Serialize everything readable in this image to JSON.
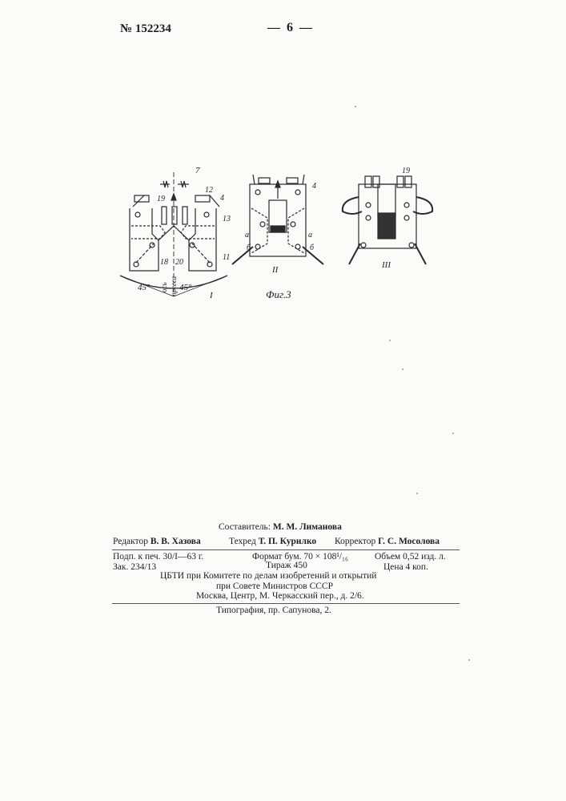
{
  "header": {
    "patent_number": "№ 152234",
    "page_number": "— 6 —"
  },
  "figure": {
    "caption": "Фиг.3",
    "view_labels": [
      "I",
      "II",
      "III"
    ],
    "part_numbers": [
      "7",
      "12",
      "4",
      "19",
      "13",
      "11",
      "18",
      "20",
      "4",
      "19"
    ],
    "position_letters": [
      "а",
      "б",
      "а",
      "б"
    ],
    "angle_left": "45°",
    "angle_right": "45°",
    "axis_label_1": "ось",
    "axis_label_2": "пресса"
  },
  "imprint": {
    "compiler_label": "Составитель:",
    "compiler_name": "М. М. Лиманова",
    "editor_label": "Редактор",
    "editor_name": "В. В. Хазова",
    "techred_label": "Техред",
    "techred_name": "Т. П. Курилко",
    "corrector_label": "Корректор",
    "corrector_name": "Г. С. Мосолова",
    "signed_line": "Подп. к печ. 30/I—63 г.",
    "format_line": "Формат бум. 70 × 108¹/₁₆",
    "volume_line": "Объем 0,52 изд. л.",
    "order_line": "Зак. 234/13",
    "print_run_line": "Тираж 450",
    "price_line": "Цена 4 коп.",
    "org_line_1": "ЦБТИ при Комитете по делам изобретений и открытий",
    "org_line_2": "при Совете Министров СССР",
    "address_line": "Москва, Центр, М. Черкасский пер., д. 2/6.",
    "printer_line": "Типография, пр. Сапунова, 2."
  }
}
